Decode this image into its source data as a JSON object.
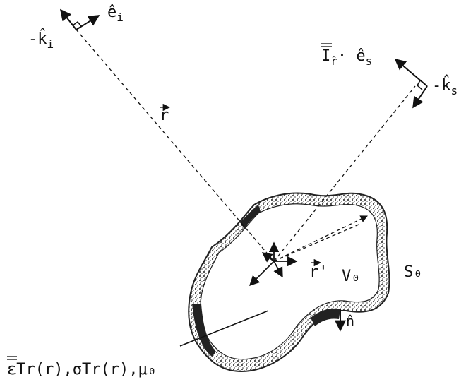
{
  "labels": {
    "neg_ki": "-k̂",
    "neg_ki_sub": "i",
    "ei": "ê",
    "ei_sub": "i",
    "r_vec": "r",
    "is_dot_es": "I",
    "is_dot_es_sub": "r̂",
    "es": "· ê",
    "es_sub": "s",
    "neg_ks": "-k̂",
    "neg_ks_sub": "s",
    "r_prime": "r'",
    "v0": "V₀",
    "s0": "S₀",
    "n_hat": "n̂",
    "material": "ε",
    "material_text": "Tr(r),σ",
    "material_text2": "Tr(r),μ₀"
  },
  "colors": {
    "ink": "#111111",
    "stipple": "#555555",
    "background": "#ffffff"
  }
}
